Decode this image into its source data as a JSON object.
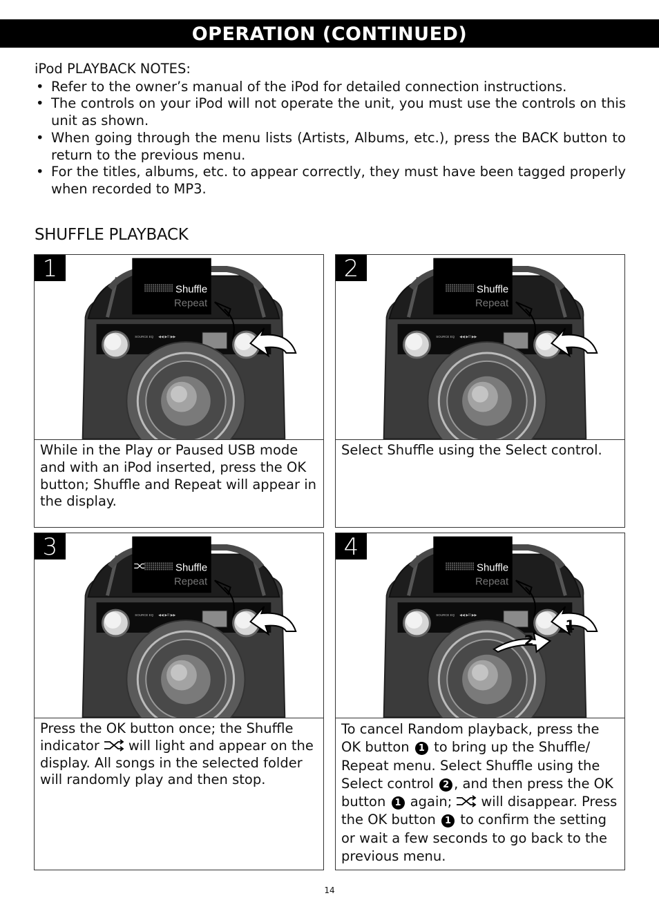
{
  "header": {
    "title": "OPERATION (CONTINUED)"
  },
  "notes": {
    "heading": "iPod PLAYBACK NOTES:",
    "items": [
      "Refer to the owner’s manual of the iPod for detailed connection instructions.",
      "The controls on your iPod will not operate the unit, you must use the controls on this unit as shown.",
      "When going through the menu lists (Artists, Albums, etc.), press the BACK button to return to the previous menu.",
      "For the titles, albums, etc. to appear correctly, they must have been tagged properly when recorded to MP3."
    ]
  },
  "section": {
    "title": "SHUFFLE PLAYBACK"
  },
  "display": {
    "line1": "Shuffle",
    "line2": "Repeat"
  },
  "unit_labels": {
    "source": "SOURCE",
    "eq": "EQ"
  },
  "steps": [
    {
      "number": "1",
      "caption": "While in the Play or Paused USB mode and with an iPod inserted, press the OK button; Shuffle and Repeat will appear in the display."
    },
    {
      "number": "2",
      "caption": "Select Shuffle using the Select control."
    },
    {
      "number": "3",
      "caption_a": "Press the OK button once; the Shuffle indicator",
      "caption_b": "will light and appear on the display. All songs in the selected folder will randomly play and then stop."
    },
    {
      "number": "4",
      "arrow_labels": [
        "1",
        "2"
      ],
      "c1": "To cancel Random playback, press the OK button",
      "m1": "1",
      "c2": "to bring up the Shuffle/ Repeat menu. Select Shuffle using the Select control",
      "m2": "2",
      "c3": ", and then press the OK button",
      "m3": "1",
      "c4": "again;",
      "c5": "will disappear. Press the OK button",
      "m4": "1",
      "c6": "to confirm the setting or wait a few seconds to go back to the previous menu."
    }
  ],
  "footer": {
    "page_number": "14"
  },
  "colors": {
    "banner": "#000000",
    "speaker_body": "#3a3a3a",
    "display_bg": "#000000"
  }
}
